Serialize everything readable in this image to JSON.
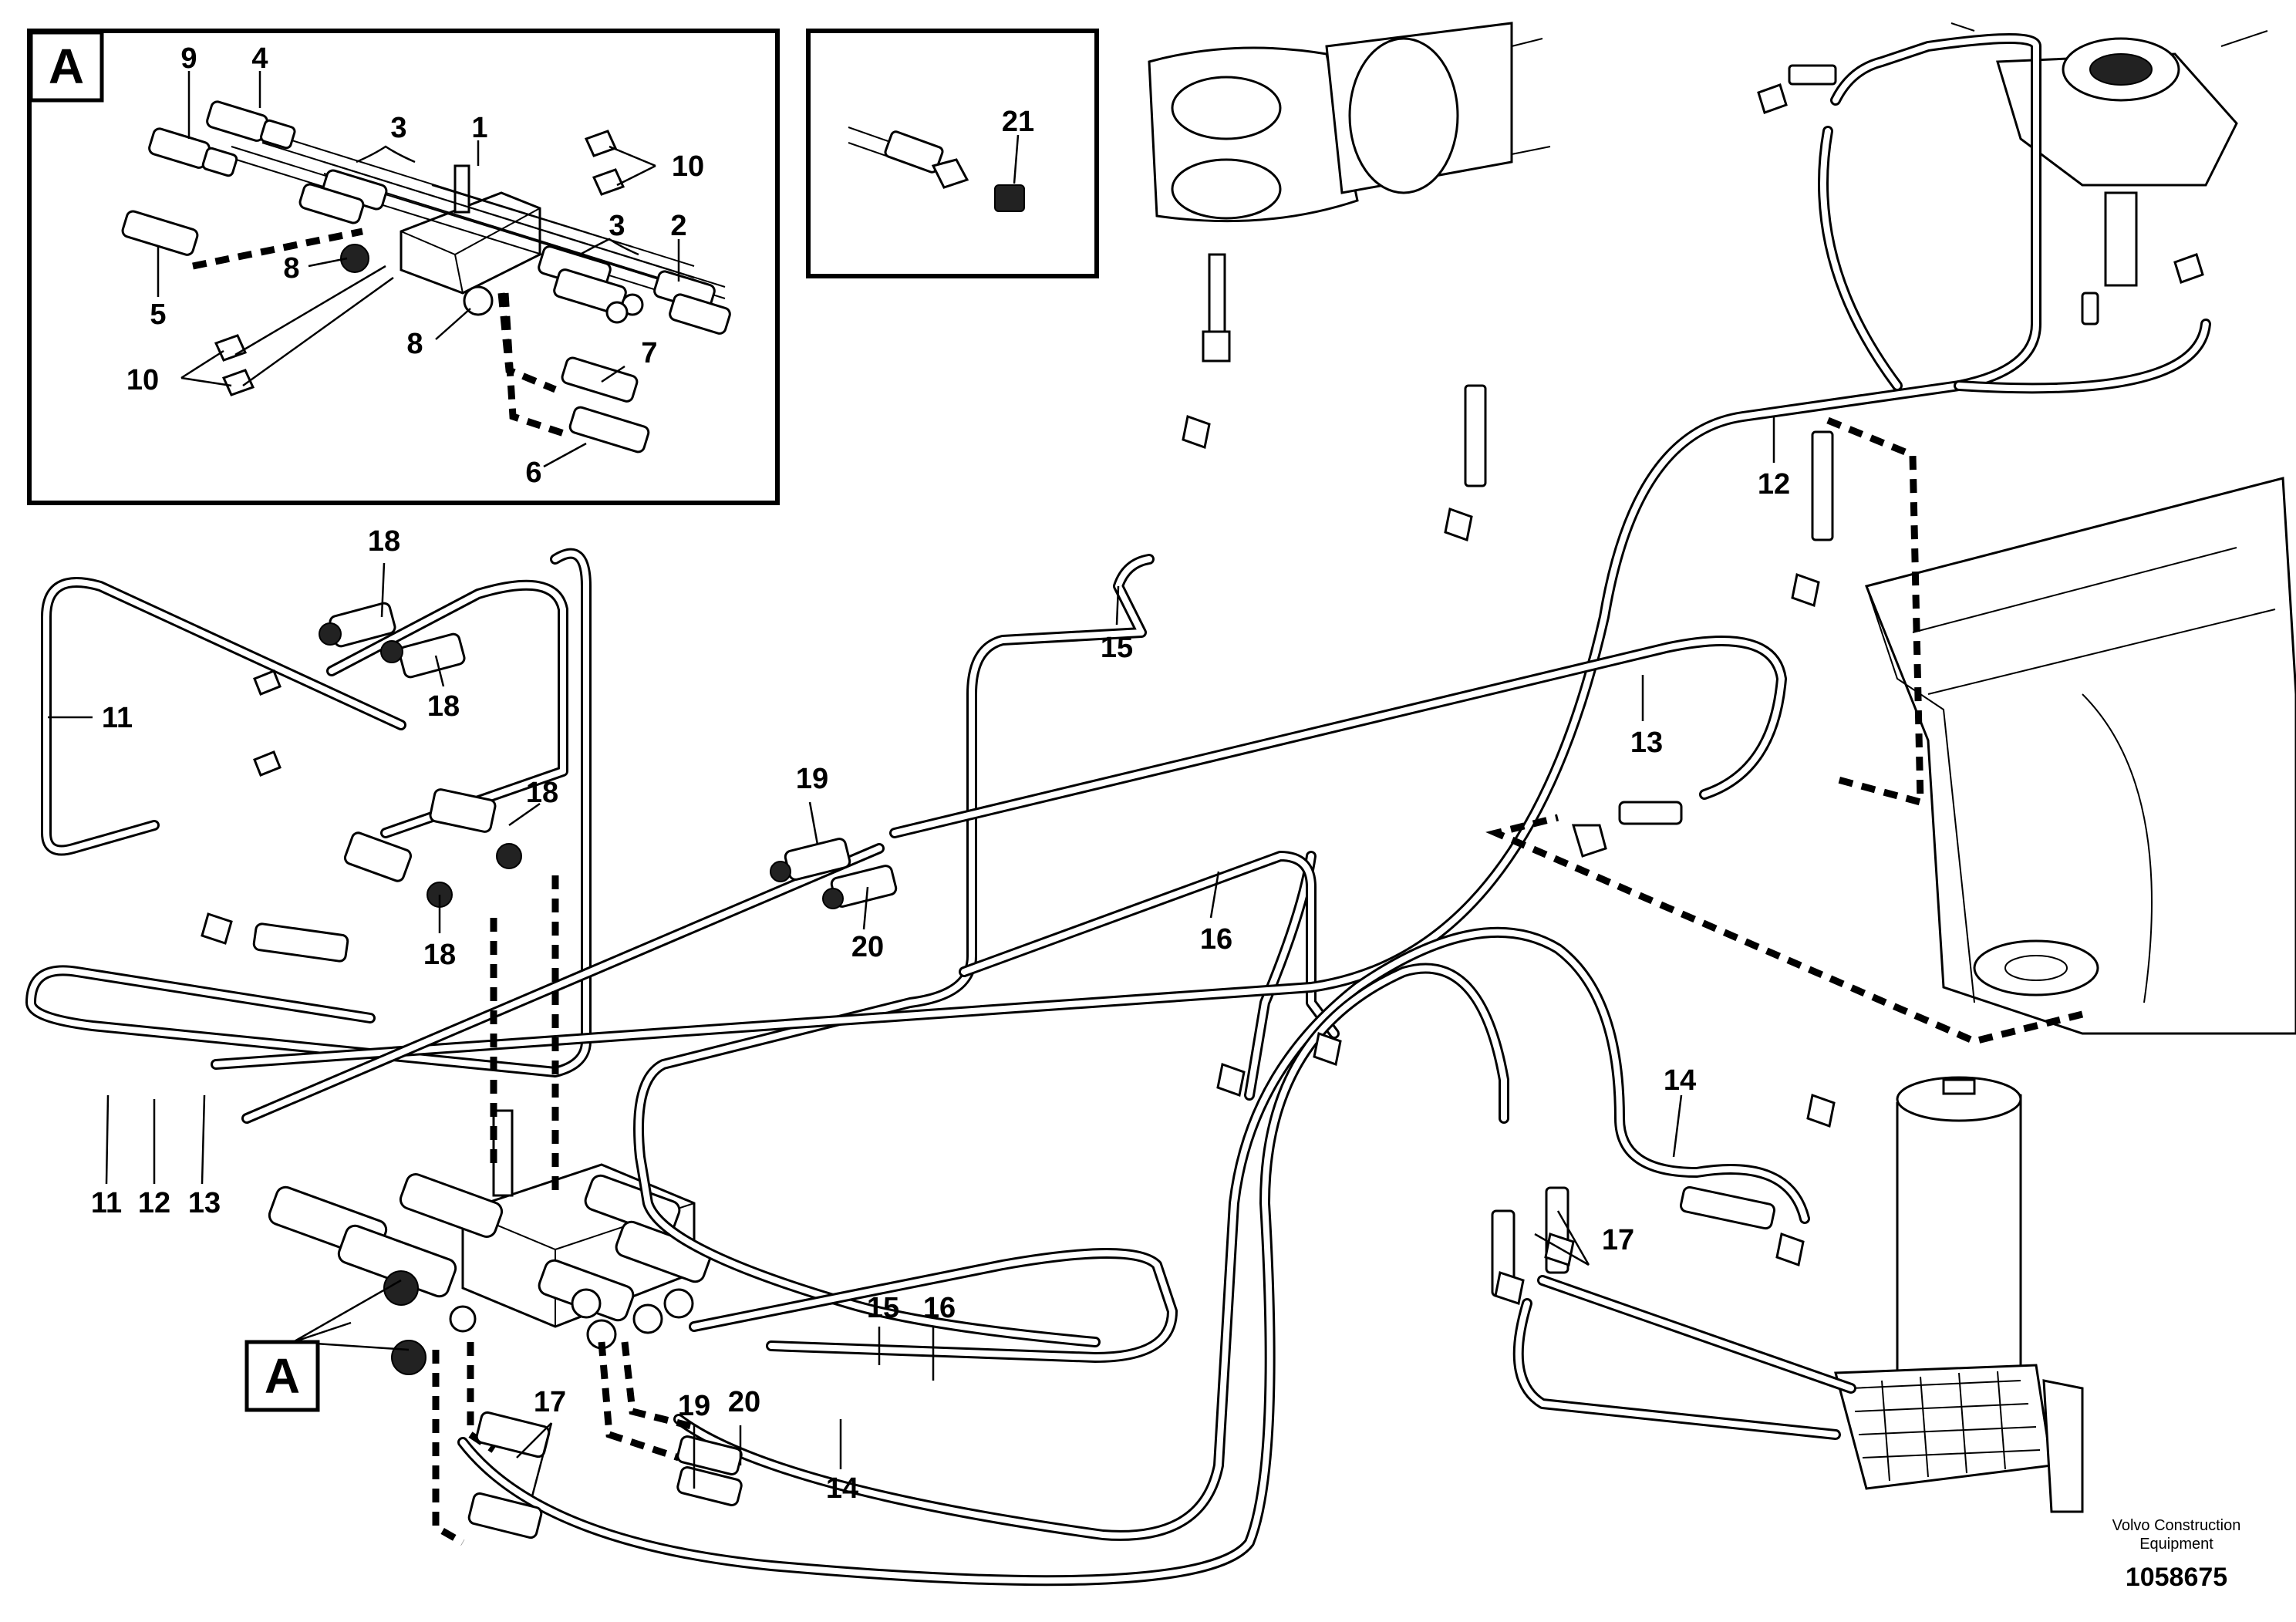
{
  "detail_views": [
    {
      "letter": "A"
    },
    {
      "letter": ""
    }
  ],
  "view_reference_letter": "A",
  "callouts": [
    {
      "text": "9"
    },
    {
      "text": "4"
    },
    {
      "text": "3"
    },
    {
      "text": "1"
    },
    {
      "text": "10"
    },
    {
      "text": "3"
    },
    {
      "text": "2"
    },
    {
      "text": "8"
    },
    {
      "text": "5"
    },
    {
      "text": "8"
    },
    {
      "text": "7"
    },
    {
      "text": "10"
    },
    {
      "text": "6"
    },
    {
      "text": "21"
    },
    {
      "text": "18"
    },
    {
      "text": "18"
    },
    {
      "text": "11"
    },
    {
      "text": "18"
    },
    {
      "text": "18"
    },
    {
      "text": "15"
    },
    {
      "text": "12"
    },
    {
      "text": "13"
    },
    {
      "text": "19"
    },
    {
      "text": "20"
    },
    {
      "text": "16"
    },
    {
      "text": "14"
    },
    {
      "text": "17"
    },
    {
      "text": "11"
    },
    {
      "text": "12"
    },
    {
      "text": "13"
    },
    {
      "text": "15"
    },
    {
      "text": "16"
    },
    {
      "text": "17"
    },
    {
      "text": "19"
    },
    {
      "text": "20"
    },
    {
      "text": "14"
    }
  ],
  "credit_line1": "Volvo Construction",
  "credit_line2": "Equipment",
  "document_number": "1058675"
}
